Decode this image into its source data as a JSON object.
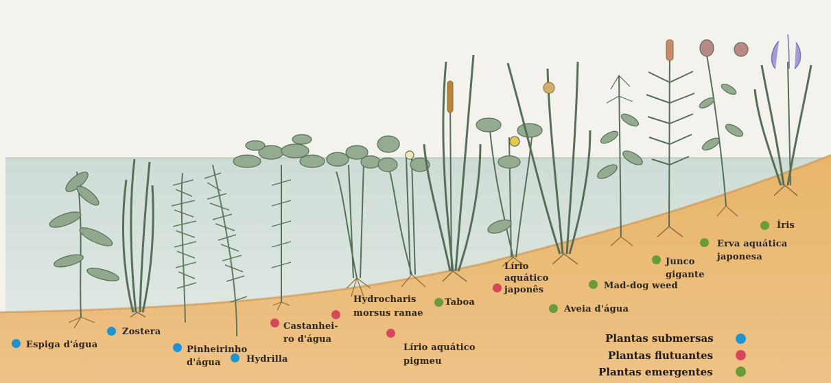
{
  "colors": {
    "sky": "#f2f1ec",
    "water": "#d7e1dc",
    "soil": "#e7b56d",
    "soil_dark": "#d99e52",
    "submersed": "#1f93d0",
    "floating": "#d6475a",
    "emergent": "#6a9a3a",
    "leaf": "#8ea48a",
    "leaf_dark": "#556f57",
    "root": "#8a6a3c"
  },
  "plants": {
    "espiga": "Espiga d'água",
    "zostera": "Zostera",
    "pinheirinho": "Pinheirinho\nd'água",
    "hydrilla": "Hydrilla",
    "castanheiro": "Castanhei-\nro d'água",
    "hydrocharis": "Hydrocharis\nmorsus ranae",
    "lirio_pigmeu": "Lírio aquático\npigmeu",
    "taboa": "Taboa",
    "lirio_japones": "Lírio\naquático\njaponês",
    "aveia": "Aveia d'água",
    "maddog": "Mad-dog weed",
    "junco": "Junco\ngigante",
    "erva": "Erva aquática\njaponesa",
    "iris": "Íris"
  },
  "legend": {
    "submersed": "Plantas submersas",
    "floating": "Plantas flutuantes",
    "emergent": "Plantas emergentes"
  }
}
